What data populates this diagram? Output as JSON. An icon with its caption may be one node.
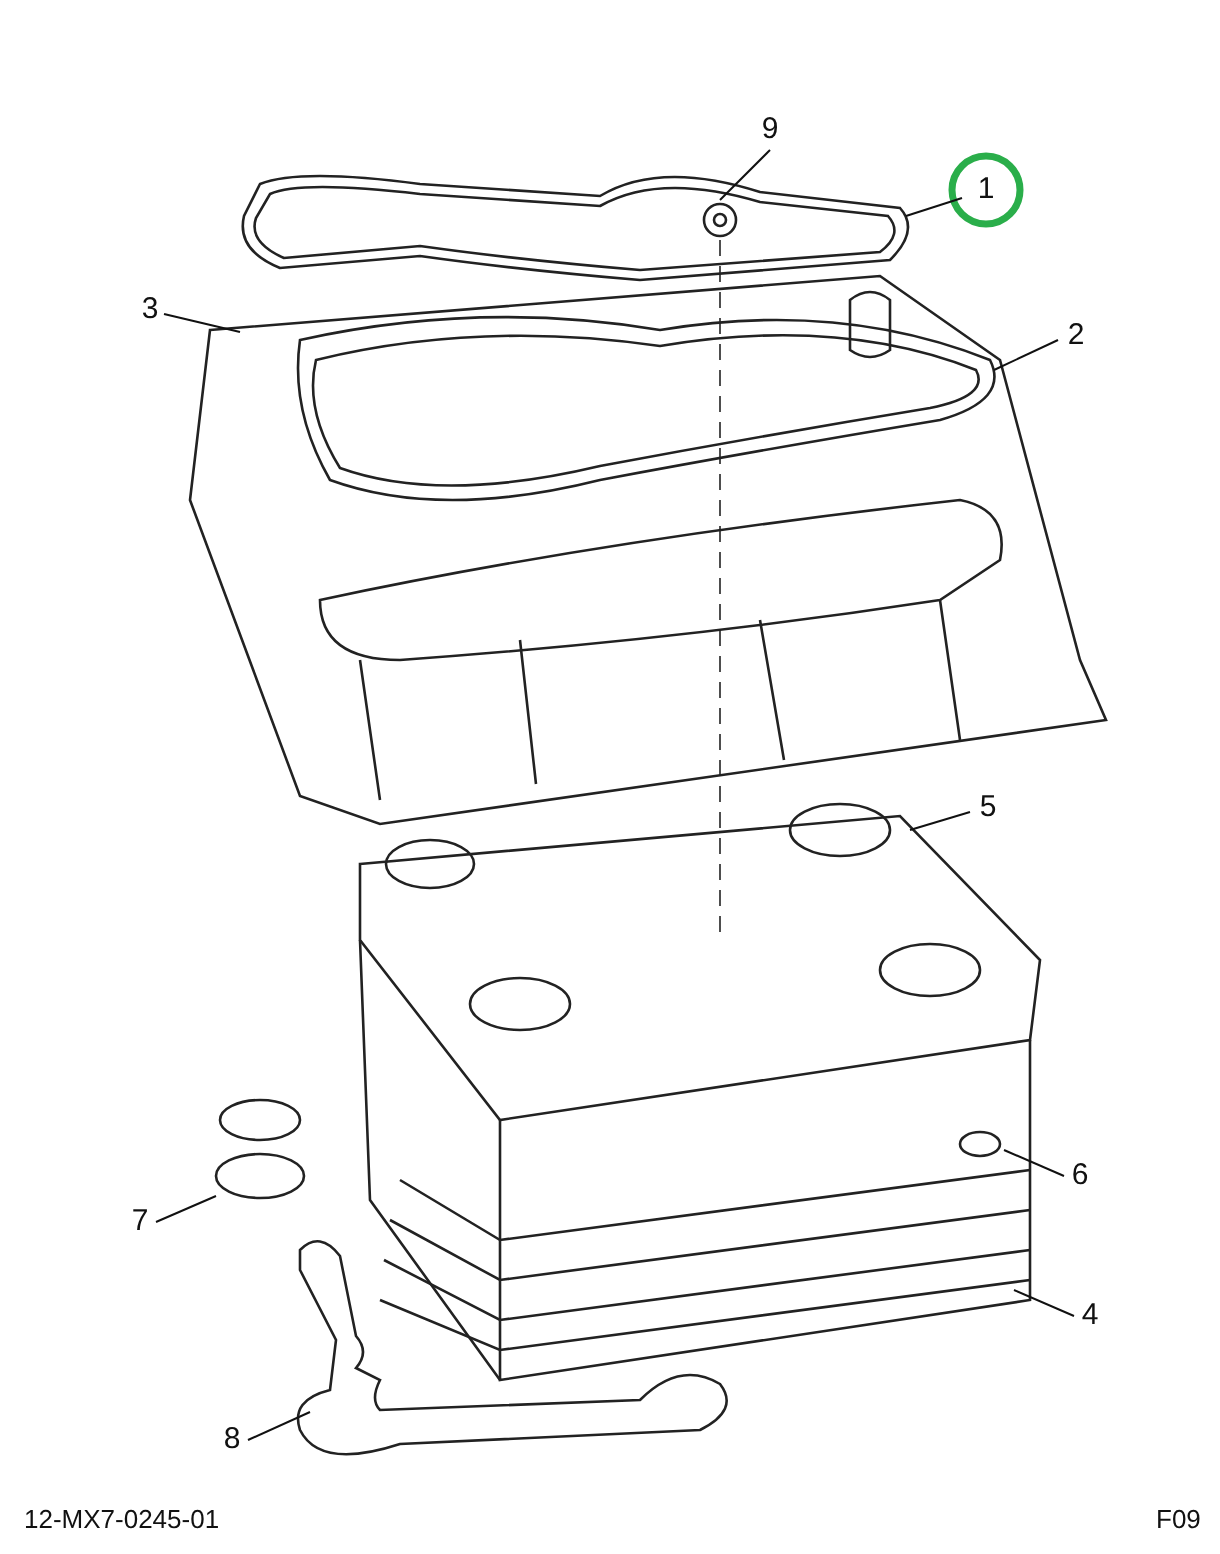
{
  "diagram": {
    "nodes": [
      {
        "text": [
          "9"
        ]
      },
      {
        "text": [
          "1"
        ]
      },
      {
        "text": [
          "3"
        ]
      },
      {
        "text": [
          "2"
        ]
      },
      {
        "text": [
          "5"
        ]
      },
      {
        "text": [
          "6"
        ]
      },
      {
        "text": [
          "7"
        ]
      },
      {
        "text": [
          "4"
        ]
      },
      {
        "text": [
          "8"
        ]
      }
    ],
    "edges": [
      {
        "from": 0,
        "to": null,
        "arrow": "none"
      },
      {
        "from": 1,
        "to": null,
        "arrow": "none"
      },
      {
        "from": 2,
        "to": null,
        "arrow": "none"
      },
      {
        "from": 3,
        "to": null,
        "arrow": "none"
      },
      {
        "from": 4,
        "to": null,
        "arrow": "none"
      },
      {
        "from": 5,
        "to": null,
        "arrow": "none"
      },
      {
        "from": 6,
        "to": null,
        "arrow": "none"
      },
      {
        "from": 7,
        "to": null,
        "arrow": "none"
      },
      {
        "from": 8,
        "to": null,
        "arrow": "none"
      }
    ],
    "labels": [
      "12-MX7-0245-01",
      "F09"
    ]
  }
}
